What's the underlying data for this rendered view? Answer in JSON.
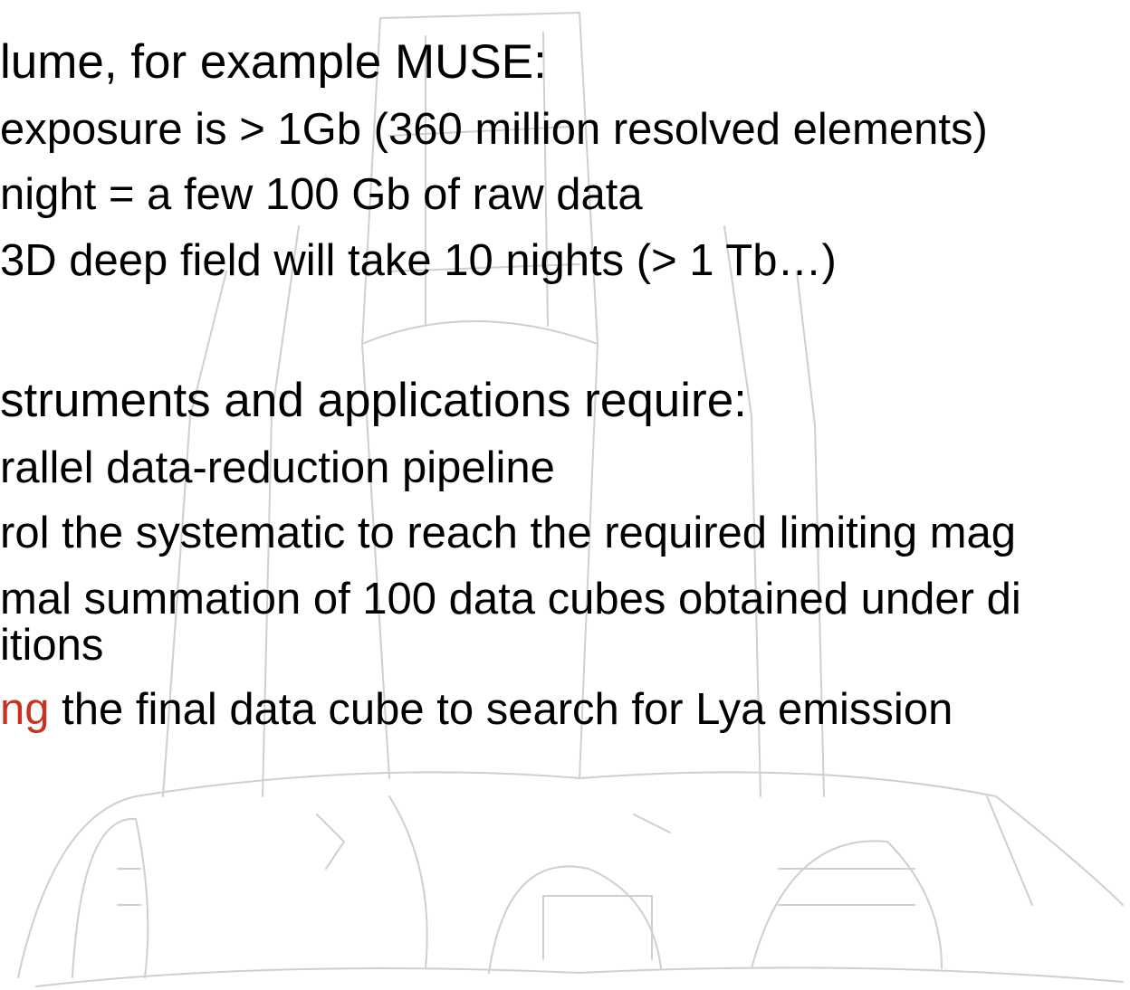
{
  "slide": {
    "section1": {
      "heading": "lume, for example MUSE:",
      "bullets": [
        "exposure is > 1Gb (360 million resolved elements)",
        "night = a few 100 Gb of raw data",
        "3D deep field will take 10 nights (> 1 Tb…)"
      ]
    },
    "section2": {
      "heading": "struments and applications require:",
      "bullets": [
        "rallel data-reduction pipeline",
        "rol the systematic to reach the required limiting mag",
        "mal summation of 100 data cubes obtained under di",
        "itions"
      ],
      "last_bullet": {
        "highlight": "ng",
        "rest": " the final data cube to search for Lya emission"
      }
    }
  },
  "colors": {
    "accent": "#c8321e",
    "text": "#000000",
    "sketch": "#c9c9c9"
  },
  "background": {
    "icon": "telescope-sketch-icon"
  }
}
